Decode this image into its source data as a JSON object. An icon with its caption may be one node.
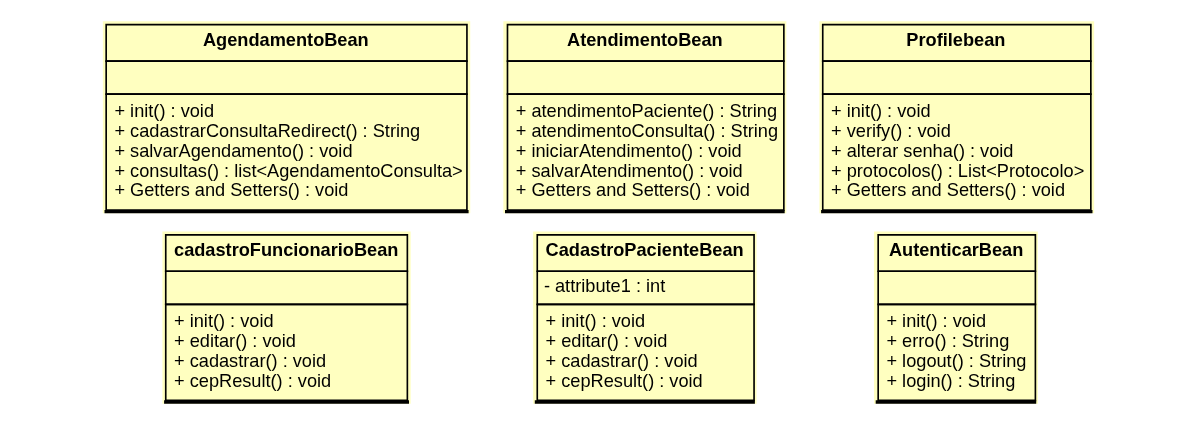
{
  "diagram": {
    "nodes": [
      {
        "text": [
          "AgendamentoBean",
          "+ init() : void",
          "+ cadastrarConsultaRedirect() : String",
          "+ salvarAgendamento() : void",
          "+ consultas() : list<AgendamentoConsulta>",
          "+ Getters and Setters() : void"
        ]
      },
      {
        "text": [
          "Profilebean",
          "+ init() : void",
          "+ verify() : void",
          "+ alterar senha() : void",
          "+ protocolos() : List<Protocolo>",
          "+ Getters and Setters() : void"
        ]
      },
      {
        "text": [
          "AutenticarBean",
          "+ init() : void",
          "+ erro() : String",
          "+ logout() : String",
          "+ login() : String"
        ]
      },
      {
        "text": [
          "CadastroPacienteBean",
          "- attribute1 : int",
          "+ init() : void",
          "+ editar() : void",
          "+ cadastrar() : void",
          "+ cepResult() : void"
        ]
      },
      {
        "text": [
          "AtendimentoBean",
          "+ atendimentoPaciente() : String",
          "+ atendimentoConsulta() : String",
          "+ iniciarAtendimento() : void",
          "+ salvarAtendimento() : void",
          "+ Getters and Setters() : void"
        ]
      },
      {
        "text": [
          "cadastroFuncionarioBean",
          "+ init() : void",
          "+ editar() : void",
          "+ cadastrar() : void",
          "+ cepResult() : void"
        ]
      }
    ],
    "edges": []
  }
}
